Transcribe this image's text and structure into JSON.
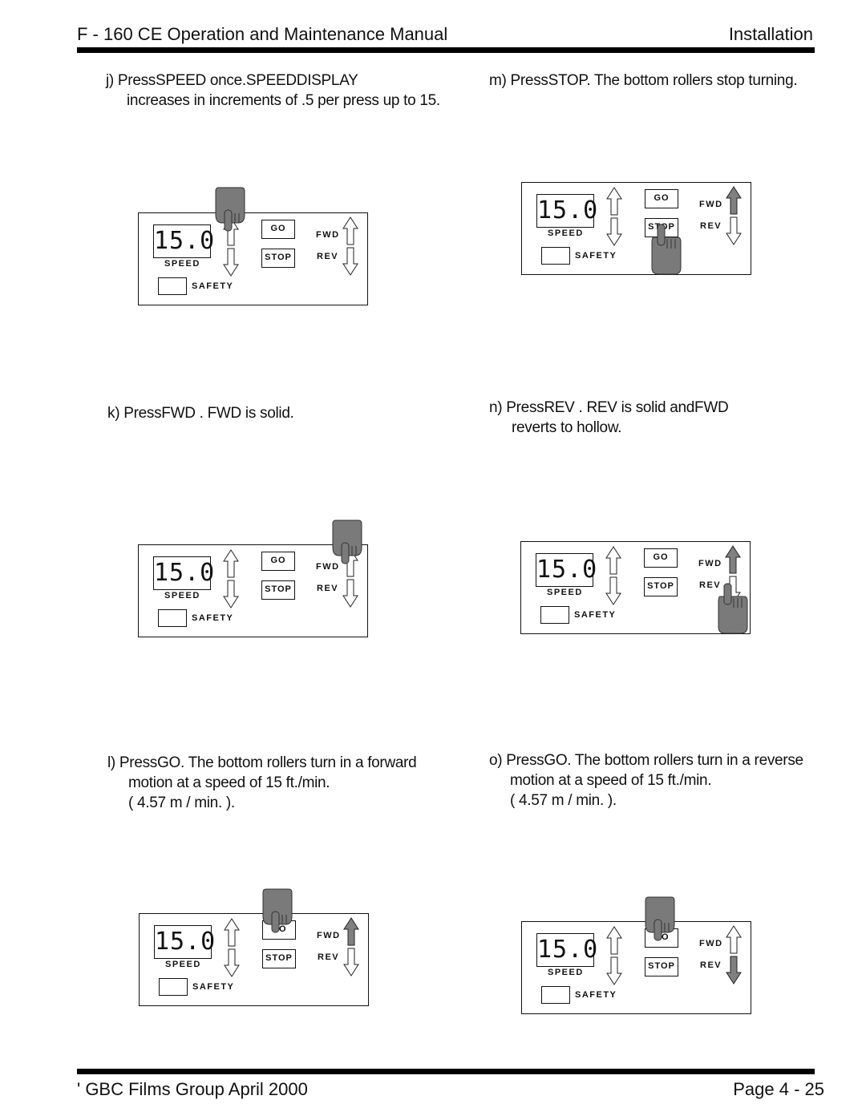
{
  "header": {
    "title": "F - 160 CE Operation and Maintenance  Manual",
    "section": "Installation"
  },
  "footer": {
    "left": "' GBC Films Group April 2000",
    "right": "Page 4 - 25"
  },
  "steps": {
    "j": {
      "lines": [
        "j) PressSPEED       once.SPEEDDISPLAY",
        "increases in increments of .5 per press up to 15."
      ]
    },
    "k": {
      "lines": [
        "k) PressFWD      . FWD is solid."
      ]
    },
    "l": {
      "lines": [
        "l) PressGO. The bottom rollers turn in a forward",
        "motion at a speed of 15 ft./min.",
        "( 4.57 m / min. )."
      ]
    },
    "m": {
      "lines": [
        "m) PressSTOP. The bottom rollers stop turning."
      ]
    },
    "n": {
      "lines": [
        "n) PressREV      . REV is solid andFWD",
        "reverts to hollow."
      ]
    },
    "o": {
      "lines": [
        "o) PressGO. The bottom rollers turn in a reverse",
        "motion at a speed of 15 ft./min.",
        "( 4.57 m / min. )."
      ]
    }
  },
  "panel": {
    "display_value": "15.0",
    "speed_label": "SPEED",
    "go_label": "GO",
    "stop_label": "STOP",
    "fwd_label": "FWD",
    "rev_label": "REV",
    "safety_label": "SAFETY"
  },
  "panels": [
    {
      "id": "j",
      "fwd_state": "hollow",
      "rev_state": "hollow",
      "pressed": "speed-up"
    },
    {
      "id": "k",
      "fwd_state": "hollow",
      "rev_state": "hollow",
      "pressed": "fwd"
    },
    {
      "id": "l",
      "fwd_state": "solid",
      "rev_state": "hollow",
      "pressed": "go"
    },
    {
      "id": "m",
      "fwd_state": "solid",
      "rev_state": "hollow",
      "pressed": "stop"
    },
    {
      "id": "n",
      "fwd_state": "solid",
      "rev_state": "hollow",
      "pressed": "rev"
    },
    {
      "id": "o",
      "fwd_state": "hollow",
      "rev_state": "solid",
      "pressed": "go"
    }
  ],
  "colors": {
    "solid_arrow": "#808080",
    "hand": "#7a7a7a",
    "ink": "#111111"
  }
}
